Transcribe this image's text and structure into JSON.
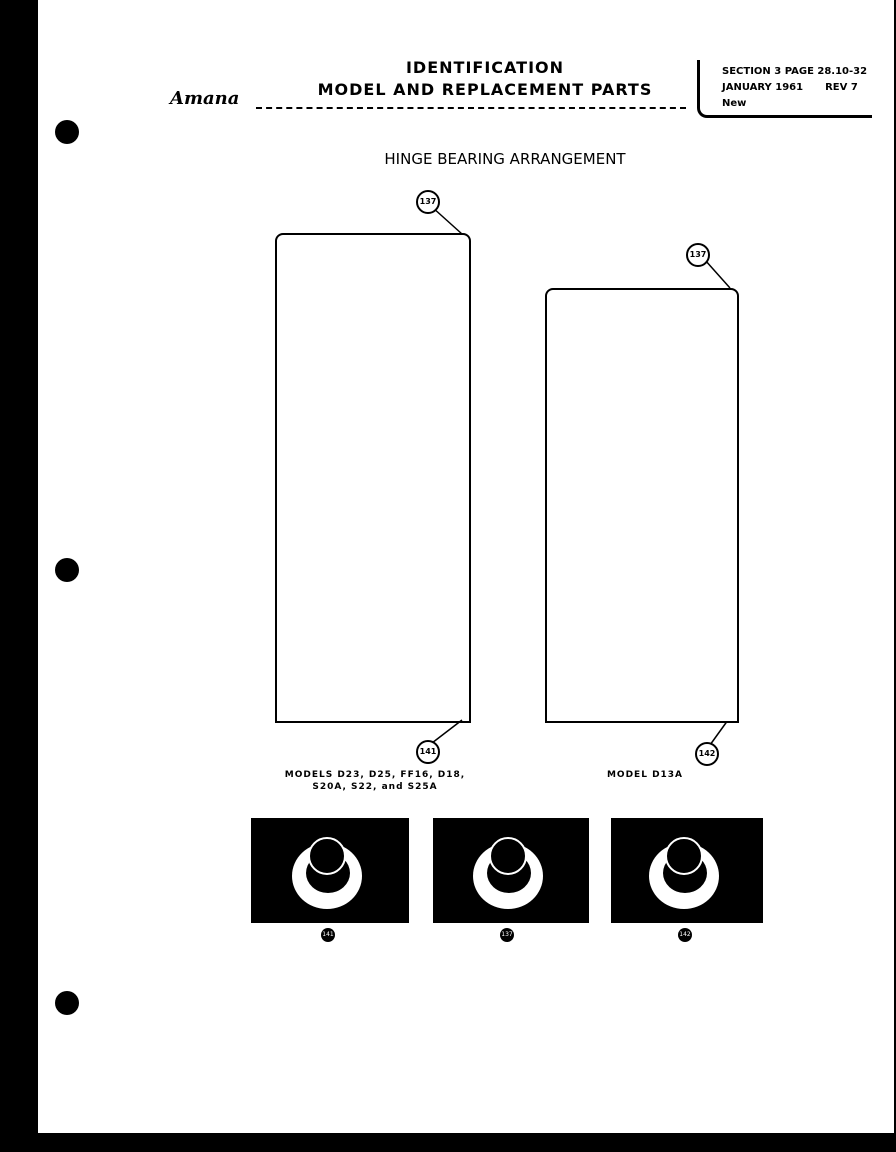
{
  "header": {
    "brand": "Amana",
    "title_line1": "IDENTIFICATION",
    "title_line2": "MODEL AND REPLACEMENT PARTS",
    "section": "SECTION 3 PAGE 28.10-32",
    "date": "JANUARY 1961",
    "rev": "REV 7",
    "status": "New"
  },
  "heading": "HINGE BEARING ARRANGEMENT",
  "diagrams": [
    {
      "top_callout": "137",
      "bottom_callout": "141",
      "caption_line1": "MODELS D23, D25, FF16, D18,",
      "caption_line2": "S20A, S22, and S25A"
    },
    {
      "top_callout": "137",
      "bottom_callout": "142",
      "caption_line1": "MODEL D13A"
    }
  ],
  "photos": [
    {
      "label": "141"
    },
    {
      "label": "137"
    },
    {
      "label": "142"
    }
  ]
}
